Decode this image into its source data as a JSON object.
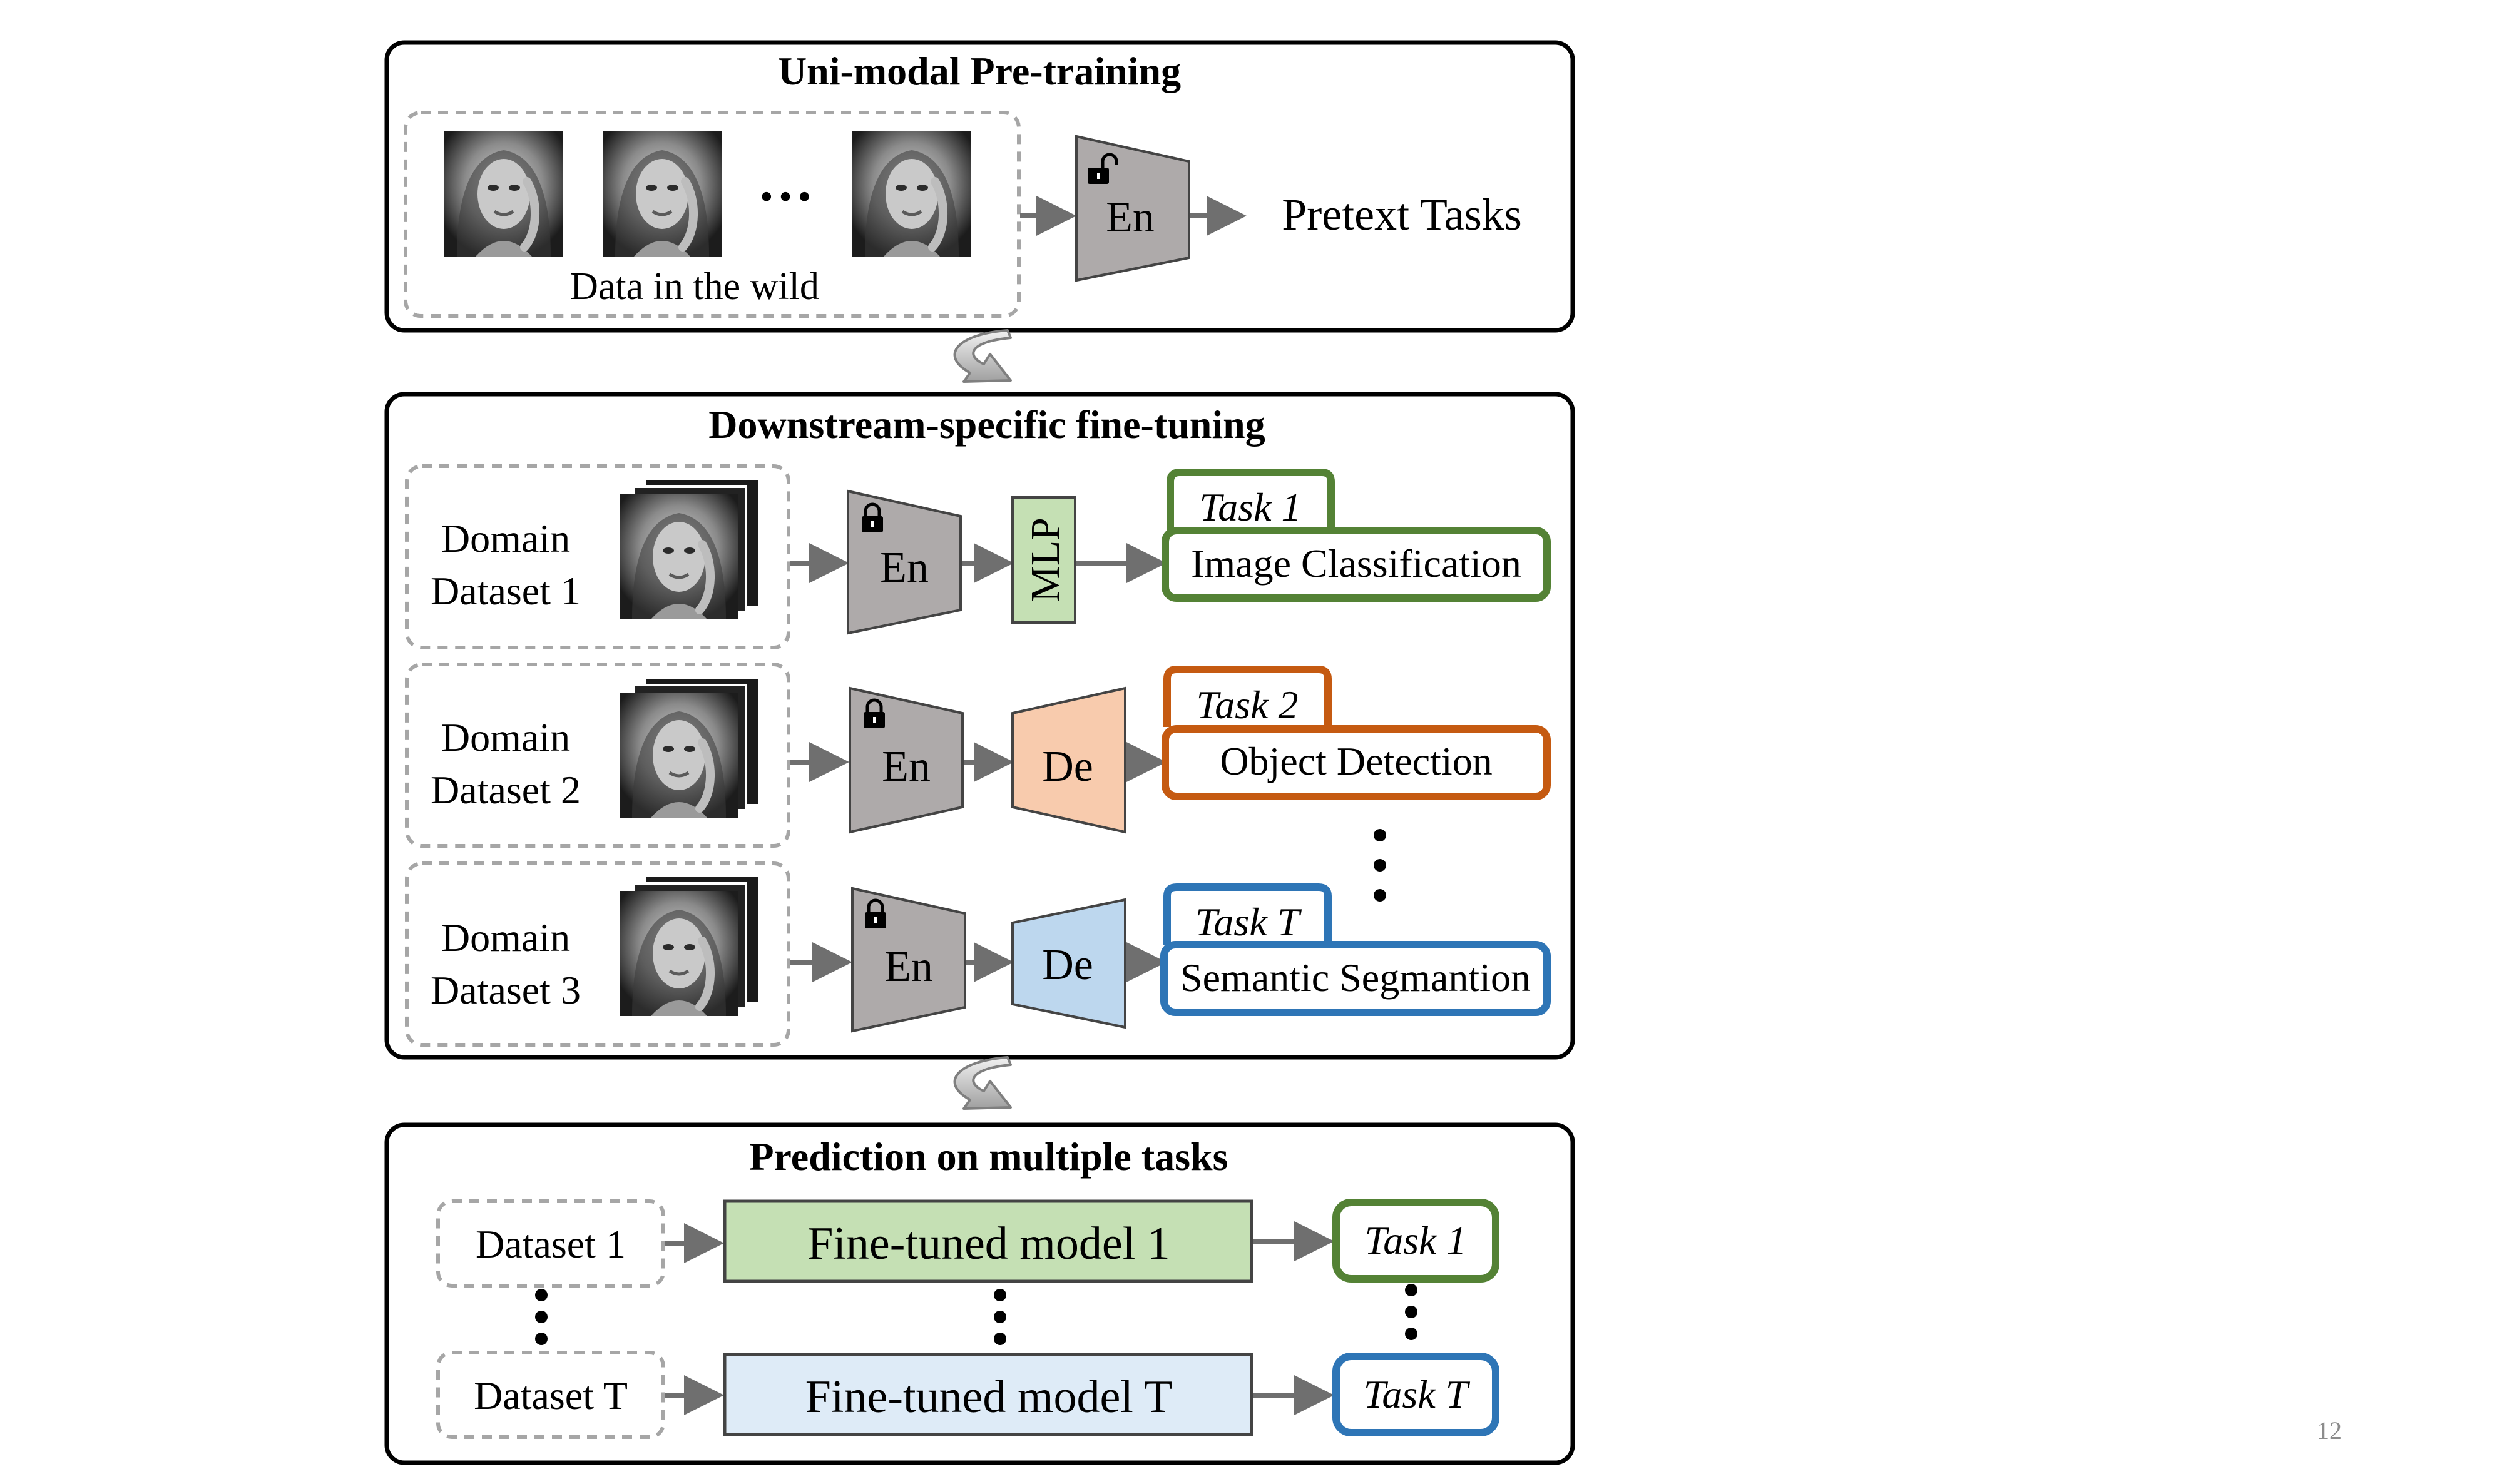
{
  "panels": {
    "pretraining": {
      "title": "Uni-modal Pre-training",
      "data_caption": "Data in the wild",
      "ellipsis": "…",
      "encoder_label": "En",
      "output": "Pretext Tasks",
      "lock_state": "unlocked"
    },
    "finetuning": {
      "title": "Downstream-specific fine-tuning",
      "rows": [
        {
          "domain_line1": "Domain",
          "domain_line2": "Dataset 1",
          "encoder_label": "En",
          "head_label": "MLP",
          "head_kind": "mlp",
          "head_color": "#c5e0b4",
          "task_tag": "Task 1",
          "task_name": "Image Classification",
          "task_color": "#548235"
        },
        {
          "domain_line1": "Domain",
          "domain_line2": "Dataset 2",
          "encoder_label": "En",
          "head_label": "De",
          "head_kind": "decoder",
          "head_color": "#f8cbad",
          "task_tag": "Task 2",
          "task_name": "Object Detection",
          "task_color": "#c55a11"
        },
        {
          "domain_line1": "Domain",
          "domain_line2": "Dataset 3",
          "encoder_label": "En",
          "head_label": "De",
          "head_kind": "decoder",
          "head_color": "#bdd7ee",
          "task_tag": "Task T",
          "task_name": "Semantic Segmantion",
          "task_color": "#2e75b6"
        }
      ],
      "lock_state": "locked"
    },
    "prediction": {
      "title": "Prediction on multiple tasks",
      "rows": [
        {
          "dataset": "Dataset 1",
          "model": "Fine-tuned model 1",
          "model_color": "#c5e0b4",
          "task": "Task 1",
          "task_color": "#548235"
        },
        {
          "dataset": "Dataset T",
          "model": "Fine-tuned model T",
          "model_color": "#deebf7",
          "task": "Task T",
          "task_color": "#2e75b6"
        }
      ]
    }
  },
  "page_number": "12",
  "colors": {
    "encoder_fill": "#aeaaaa",
    "arrow": "#6f6f6f",
    "dashed_border": "#a6a6a6"
  }
}
